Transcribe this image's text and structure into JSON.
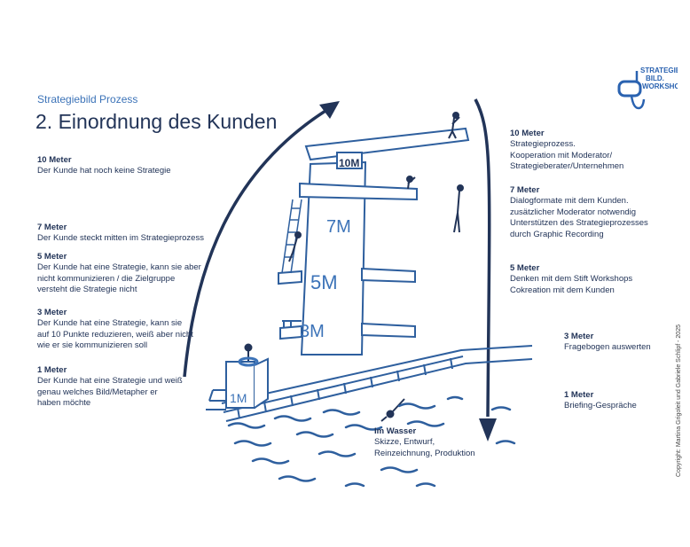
{
  "header": {
    "subtitle": "Strategiebild Prozess",
    "title": "2. Einordnung des Kunden"
  },
  "logo": {
    "lines": [
      "STRATEGIE",
      "BILD.",
      "WORKSHOP."
    ]
  },
  "left_levels": [
    {
      "heading": "10 Meter",
      "text": "Der Kunde hat noch keine Strategie"
    },
    {
      "heading": "7 Meter",
      "text": "Der Kunde steckt mitten im Strategieprozess"
    },
    {
      "heading": "5 Meter",
      "text": "Der Kunde hat eine Strategie, kann sie aber\nnicht kommunizieren / die Zielgruppe\nversteht die Strategie nicht"
    },
    {
      "heading": "3 Meter",
      "text": "Der Kunde hat eine Strategie, kann sie\nauf 10 Punkte reduzieren, weiß aber nicht\nwie er sie kommunizieren soll"
    },
    {
      "heading": "1 Meter",
      "text": "Der Kunde hat eine Strategie und weiß\ngenau welches Bild/Metapher er\nhaben möchte"
    }
  ],
  "right_levels": [
    {
      "heading": "10 Meter",
      "text": "Strategieprozess.\nKooperation mit Moderator/\nStrategieberater/Unternehmen"
    },
    {
      "heading": "7 Meter",
      "text": "Dialogformate mit dem Kunden.\nzusätzlicher Moderator notwendig\nUnterstützen des Strategieprozesses\ndurch Graphic Recording"
    },
    {
      "heading": "5 Meter",
      "text": "Denken mit dem Stift Workshops\nCokreation mit dem Kunden"
    },
    {
      "heading": "3 Meter",
      "text": "Fragebogen auswerten"
    },
    {
      "heading": "1 Meter",
      "text": "Briefing-Gespräche"
    }
  ],
  "water": {
    "heading": "Im Wasser",
    "text": "Skizze, Entwurf,\nReinzeichnung, Produktion"
  },
  "tower_labels": {
    "m10": "10M",
    "m7": "7M",
    "m5": "5M",
    "m3": "3M",
    "m1": "1M"
  },
  "copyright": "Copyright: Martina Grigoleit und Gabriele Schlipf - 2025",
  "colors": {
    "navy": "#223458",
    "blue": "#3c73b8",
    "light": "#8fb0d8"
  }
}
